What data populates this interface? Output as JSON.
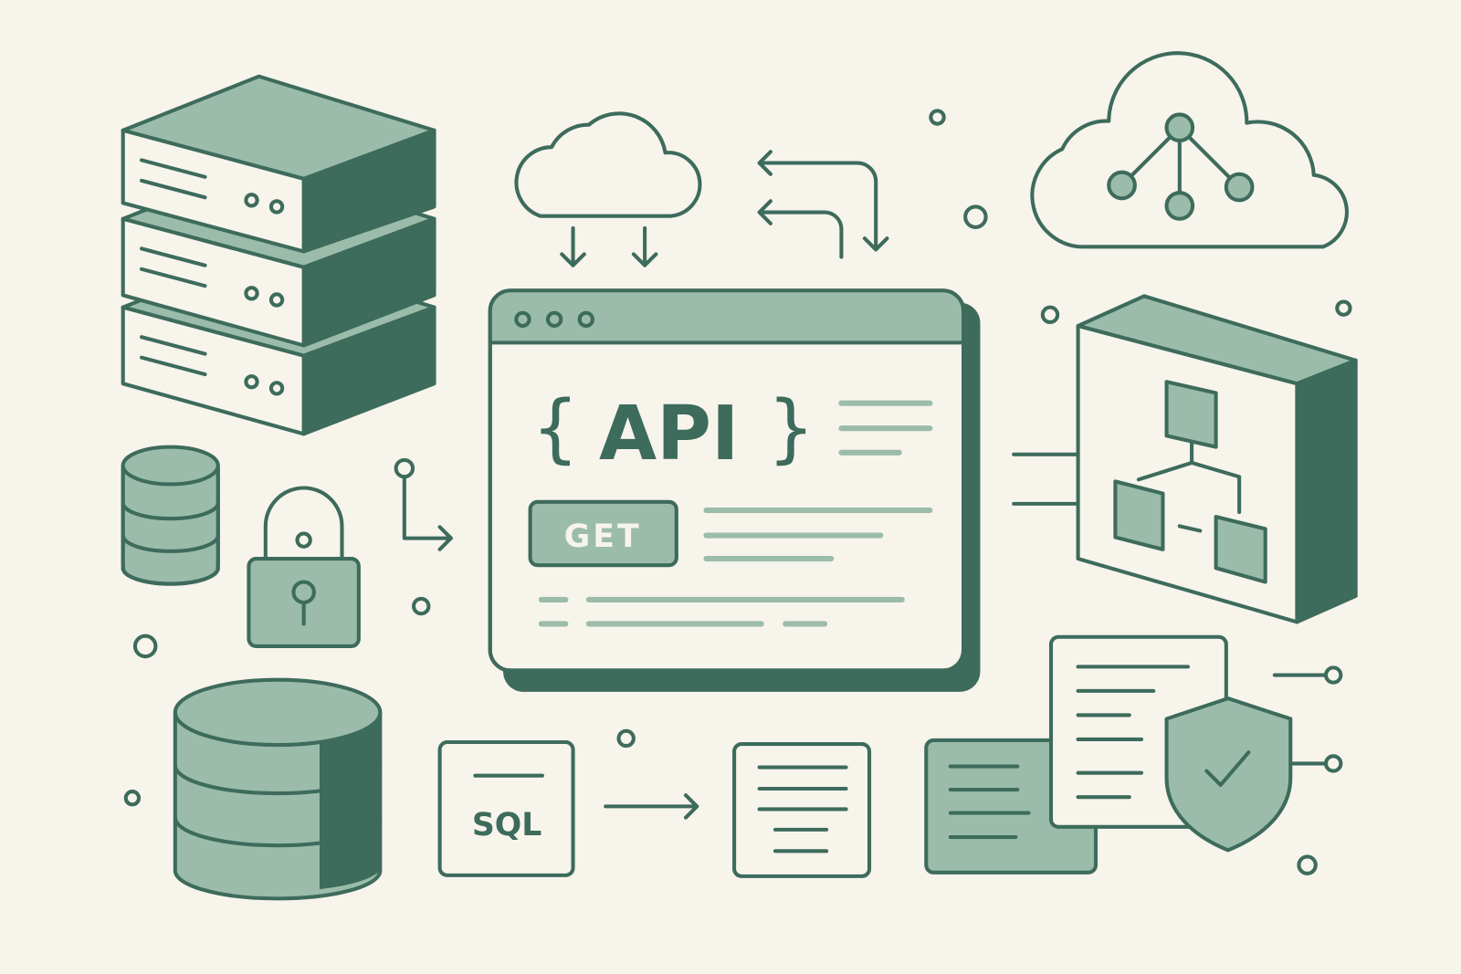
{
  "illustration": {
    "api_label": "API",
    "brace_open": "{",
    "brace_close": "}",
    "get_button": "GET",
    "sql_label": "SQL"
  },
  "colors": {
    "background": "#f7f4ec",
    "dark": "#3d6b5c",
    "light": "#9bbcaa"
  }
}
